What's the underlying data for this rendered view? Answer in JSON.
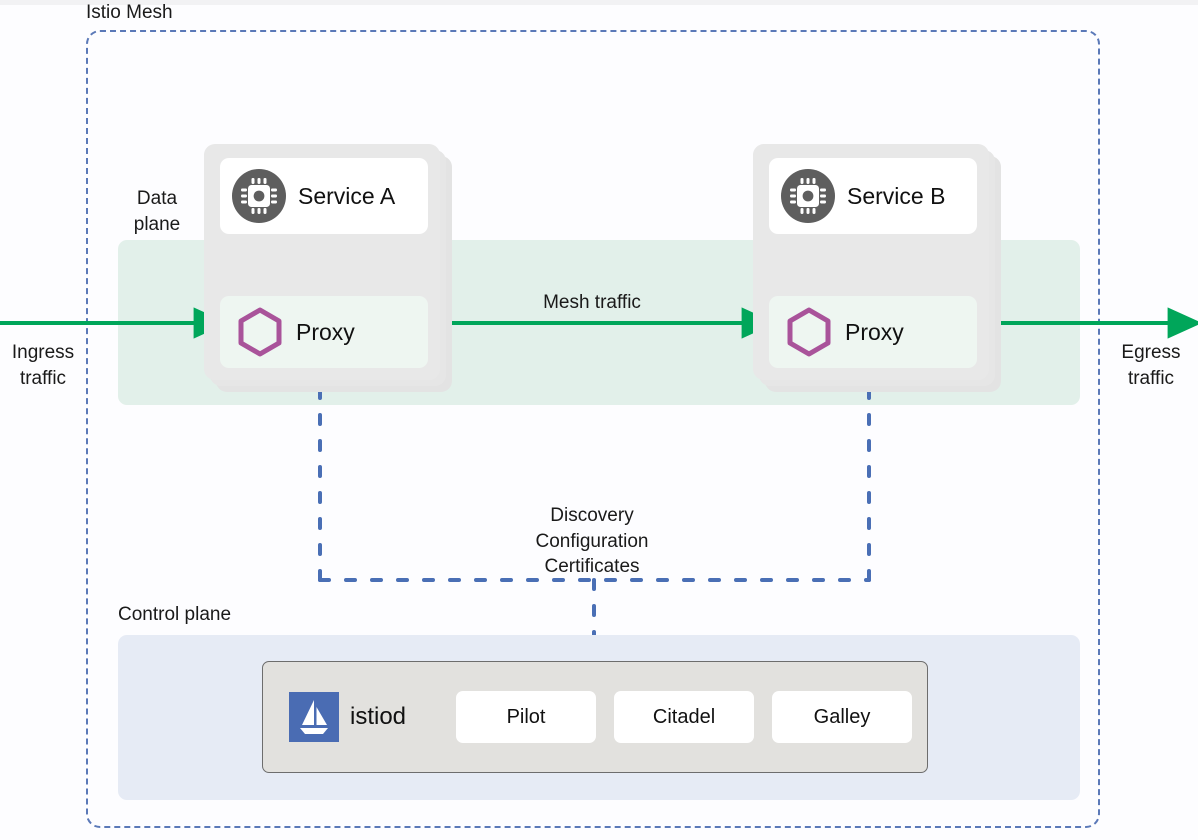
{
  "diagram": {
    "mesh_label": "Istio Mesh",
    "data_plane_label": "Data\nplane",
    "data_plane_label_line1": "Data",
    "data_plane_label_line2": "plane",
    "control_plane_label": "Control plane",
    "mesh_traffic_label": "Mesh traffic",
    "ingress_label_line1": "Ingress",
    "ingress_label_line2": "traffic",
    "egress_label_line1": "Egress",
    "egress_label_line2": "traffic",
    "discovery_line1": "Discovery",
    "discovery_line2": "Configuration",
    "discovery_line3": "Certificates"
  },
  "pods": [
    {
      "id": "pod-a",
      "service_name": "Service A",
      "proxy_label": "Proxy",
      "service_icon": "cpu-chip-icon",
      "proxy_icon": "hexagon-icon"
    },
    {
      "id": "pod-b",
      "service_name": "Service B",
      "proxy_label": "Proxy",
      "service_icon": "cpu-chip-icon",
      "proxy_icon": "hexagon-icon"
    }
  ],
  "control_plane": {
    "istiod_name": "istiod",
    "istiod_icon": "istio-sailboat-logo",
    "components": [
      {
        "label": "Pilot"
      },
      {
        "label": "Citadel"
      },
      {
        "label": "Galley"
      }
    ]
  },
  "colors": {
    "mesh_border": "#5b79b8",
    "data_plane_band": "#e2f0ea",
    "control_plane_panel": "#e6ebf5",
    "pod_card": "#e8e8e8",
    "traffic_arrow_green": "#00a65a",
    "config_line_blue": "#4a6fb5",
    "hexagon_purple": "#a9539a",
    "chip_circle_gray": "#5e5e5e",
    "istio_logo_blue": "#4a6cb3",
    "istiod_box": "#e2e1de",
    "page_background": "#fdfdff"
  }
}
